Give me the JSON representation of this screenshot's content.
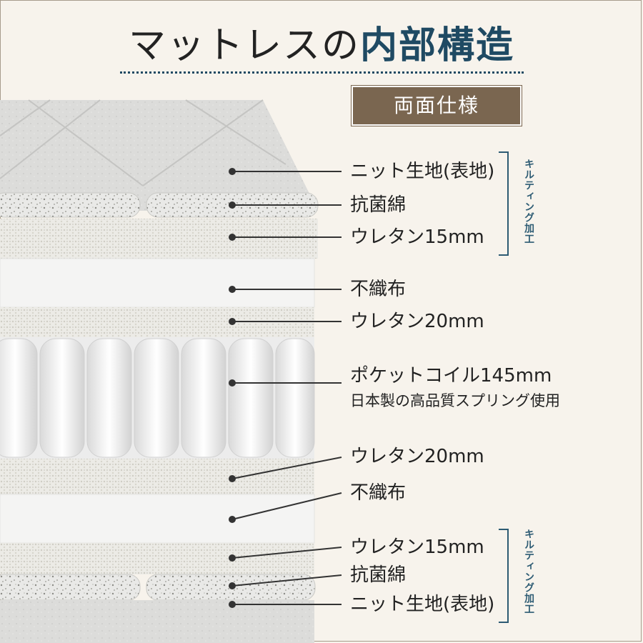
{
  "title": {
    "part1": "マットレスの",
    "part2": "内部構造"
  },
  "badge": "両面仕様",
  "layers": [
    "ニット生地(表地)",
    "抗菌綿",
    "ウレタン15mm",
    "不織布",
    "ウレタン20mm",
    "ポケットコイル145mm",
    "ウレタン20mm",
    "不織布",
    "ウレタン15mm",
    "抗菌綿",
    "ニット生地(表地)"
  ],
  "coil_note": "日本製の高品質スプリング使用",
  "quilting_note": "キルティング加工",
  "colors": {
    "accent": "#1f4a63",
    "badge": "#7a6650",
    "background": "#f7f3ec"
  }
}
